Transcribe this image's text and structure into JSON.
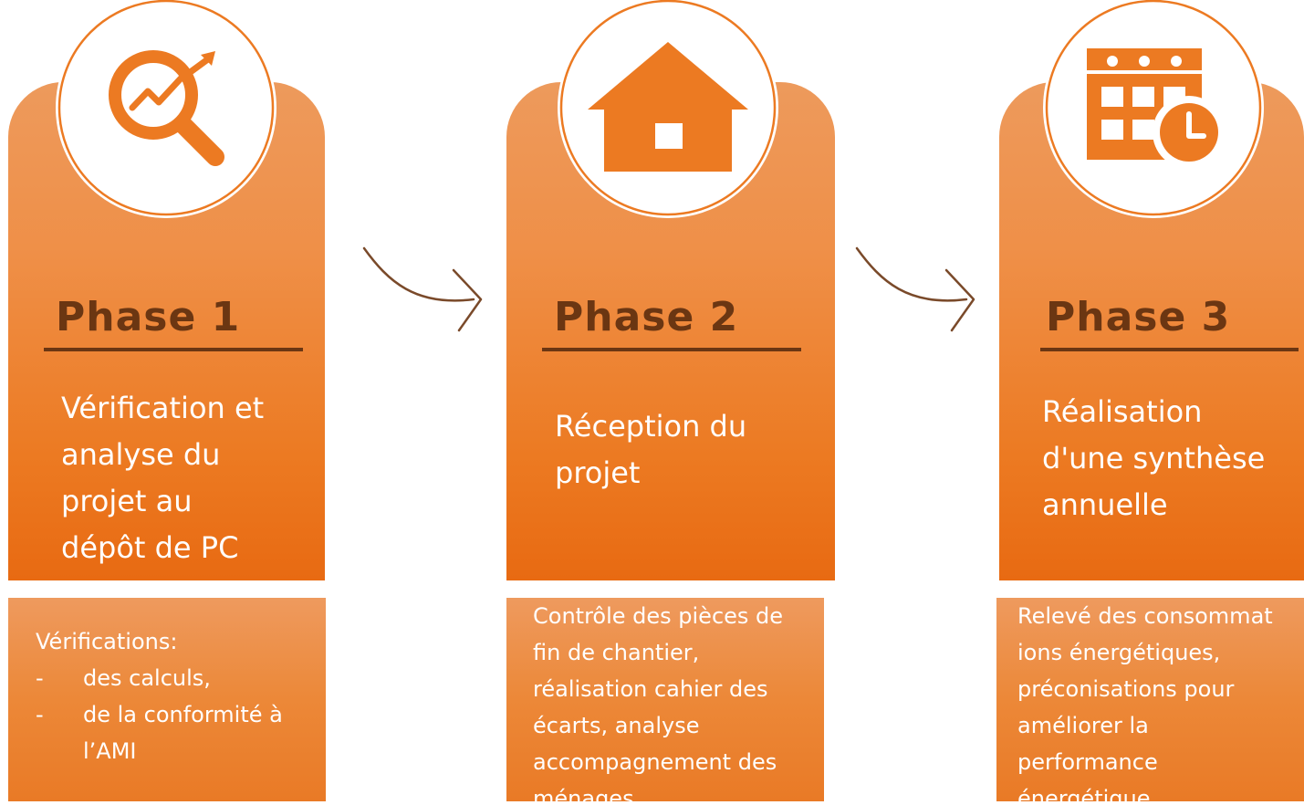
{
  "colors": {
    "primary_orange": "#ec7a22",
    "dark_brown": "#6b3612",
    "arrow_brown": "#7a4a2a"
  },
  "phases": [
    {
      "title": "Phase 1",
      "icon": "magnifier-trend-icon",
      "description": [
        "Vérification et",
        "analyse du",
        "projet au",
        "dépôt de PC"
      ],
      "note": {
        "heading": "Vérifications:",
        "bullets": [
          {
            "dash": "-",
            "lines": [
              "des calculs,"
            ]
          },
          {
            "dash": "-",
            "lines": [
              "de la conformité à",
              "l’AMI"
            ]
          }
        ]
      }
    },
    {
      "title": "Phase 2",
      "icon": "house-icon",
      "description": [
        "Réception du",
        "projet"
      ],
      "note": {
        "lines": [
          "Contrôle des pièces de",
          "fin de chantier,",
          "réalisation cahier des",
          "écarts, analyse",
          "accompagnement des",
          "ménages"
        ]
      }
    },
    {
      "title": "Phase 3",
      "icon": "calendar-clock-icon",
      "description": [
        "Réalisation",
        "d'une synthèse",
        "annuelle"
      ],
      "note": {
        "lines": [
          "Relevé des consommat",
          "ions énergétiques,",
          "préconisations pour",
          "améliorer la",
          "performance",
          "énergétique"
        ]
      }
    }
  ]
}
